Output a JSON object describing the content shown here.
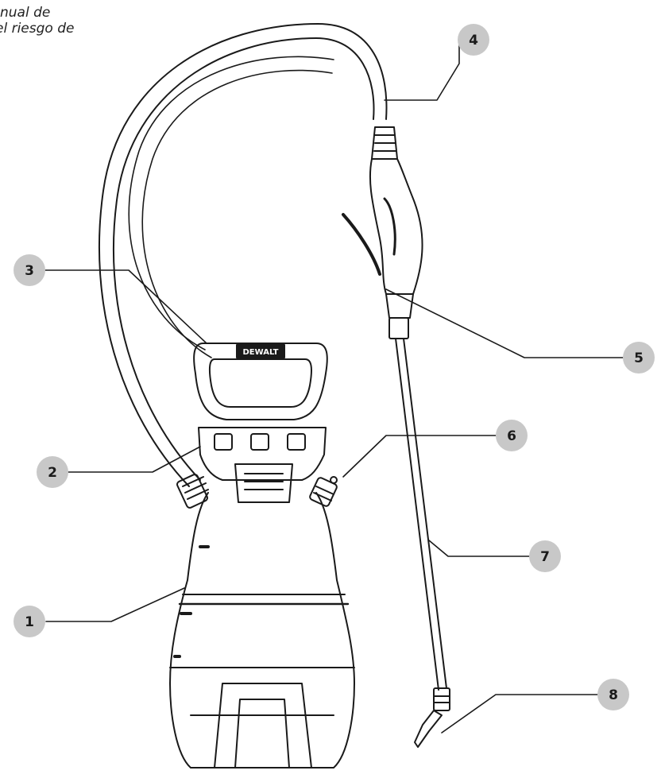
{
  "fragment_text": {
    "line1": "nual de",
    "line2": "el riesgo de"
  },
  "callouts": [
    {
      "number": "1"
    },
    {
      "number": "2"
    },
    {
      "number": "3"
    },
    {
      "number": "4"
    },
    {
      "number": "5"
    },
    {
      "number": "6"
    },
    {
      "number": "7"
    },
    {
      "number": "8"
    }
  ],
  "handle_logo": "DEWALT",
  "colors": {
    "badge_fill": "#c8c8c8",
    "line": "#1a1a1a",
    "background": "#ffffff"
  }
}
